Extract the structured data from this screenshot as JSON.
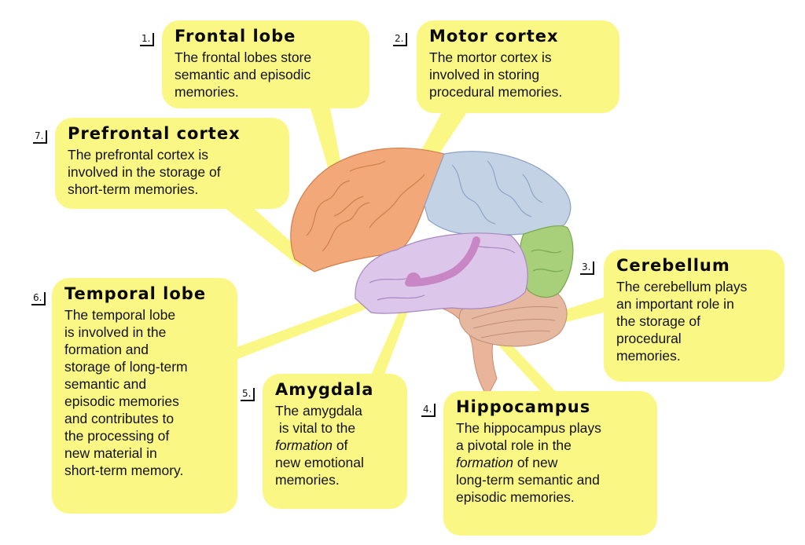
{
  "callouts": [
    {
      "number": "1.",
      "title": "Frontal lobe",
      "text": [
        "The frontal lobes store",
        "semantic and episodic",
        "memories."
      ]
    },
    {
      "number": "2.",
      "title": "Motor cortex",
      "text": [
        "The mortor cortex is",
        "involved in storing",
        "procedural memories."
      ]
    },
    {
      "number": "3.",
      "title": "Cerebellum",
      "text": [
        "The cerebellum plays",
        "an important role in",
        "the storage of",
        "procedural",
        "memories."
      ]
    },
    {
      "number": "4.",
      "title": "Hippocampus",
      "text": [
        "The hippocampus plays",
        "a pivotal role in the",
        "formation of new",
        "long-term semantic and",
        "episodic memories."
      ]
    },
    {
      "number": "5.",
      "title": "Amygdala",
      "text": [
        "The amygdala",
        " is vital to the",
        "formation of",
        "new emotional",
        "memories."
      ]
    },
    {
      "number": "6.",
      "title": "Temporal lobe",
      "text": [
        "The temporal lobe",
        "is involved in the",
        "formation and",
        "storage of long-term",
        "semantic and",
        "episodic memories",
        "and contributes to",
        "the processing of",
        "new material in",
        "short-term memory."
      ]
    },
    {
      "number": "7.",
      "title": "Prefrontal cortex",
      "text": [
        "The prefrontal cortex is",
        "involved in the storage of",
        "short-term memories."
      ]
    }
  ],
  "colors": {
    "callout_bg": "#fbf784",
    "frontal": "#f2a878",
    "parietal": "#c4d2e6",
    "temporal": "#dcc6ea",
    "occipital": "#a8d07a",
    "cerebellum": "#e6b8a0",
    "brainstem": "#e9b49a",
    "hippocampus": "#c887c4"
  }
}
